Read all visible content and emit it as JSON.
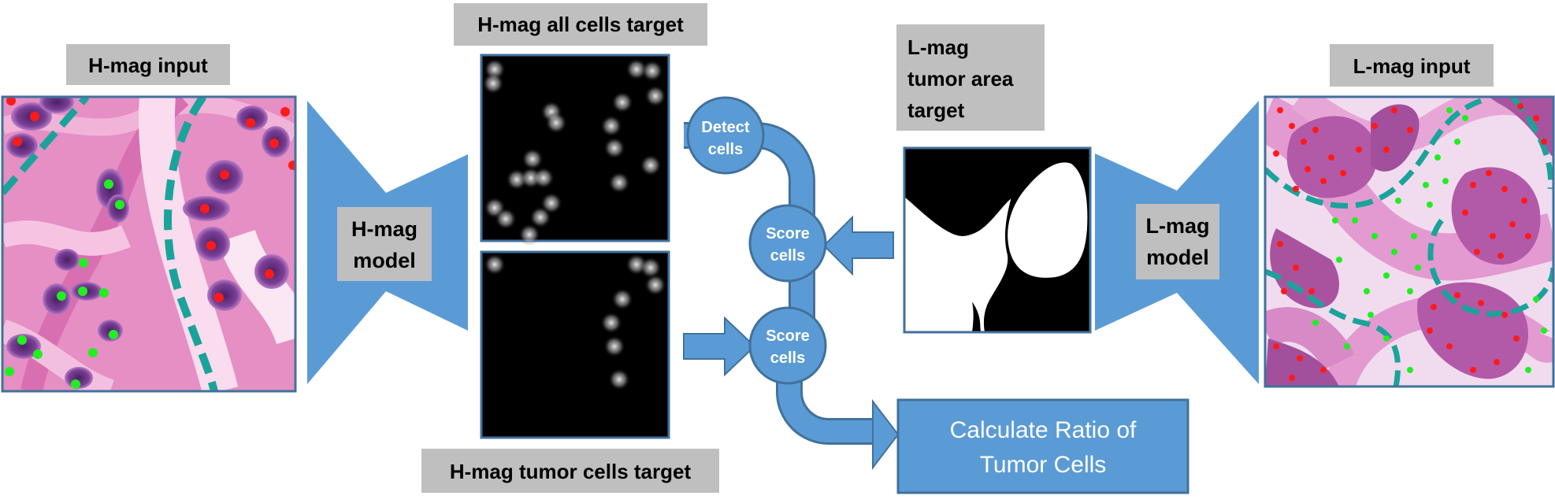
{
  "labels": {
    "hmag_input": "H-mag input",
    "hmag_all_cells_target": "H-mag all cells target",
    "hmag_tumor_cells_target": "H-mag tumor cells target",
    "hmag_model_line1": "H-mag",
    "hmag_model_line2": "model",
    "lmag_tumor_area_line1": "L-mag",
    "lmag_tumor_area_line2": "tumor area",
    "lmag_tumor_area_line3": "target",
    "lmag_input": "L-mag input",
    "lmag_model_line1": "L-mag",
    "lmag_model_line2": "model",
    "detect_cells_line1": "Detect",
    "detect_cells_line2": "cells",
    "score_cells_line1": "Score",
    "score_cells_line2": "cells",
    "calculate_line1": "Calculate Ratio of",
    "calculate_line2": "Tumor Cells"
  },
  "colors": {
    "accent_blue": "#5b9bd5",
    "blue_border": "#41719c",
    "label_gray": "#bfbfbf",
    "tissue_pink": "#e58fc4",
    "nucleus_purple": "#6e3a8a",
    "tumor_dot": "#ff1a1a",
    "normal_dot": "#22ee22",
    "boundary_teal": "#1aa39a"
  }
}
